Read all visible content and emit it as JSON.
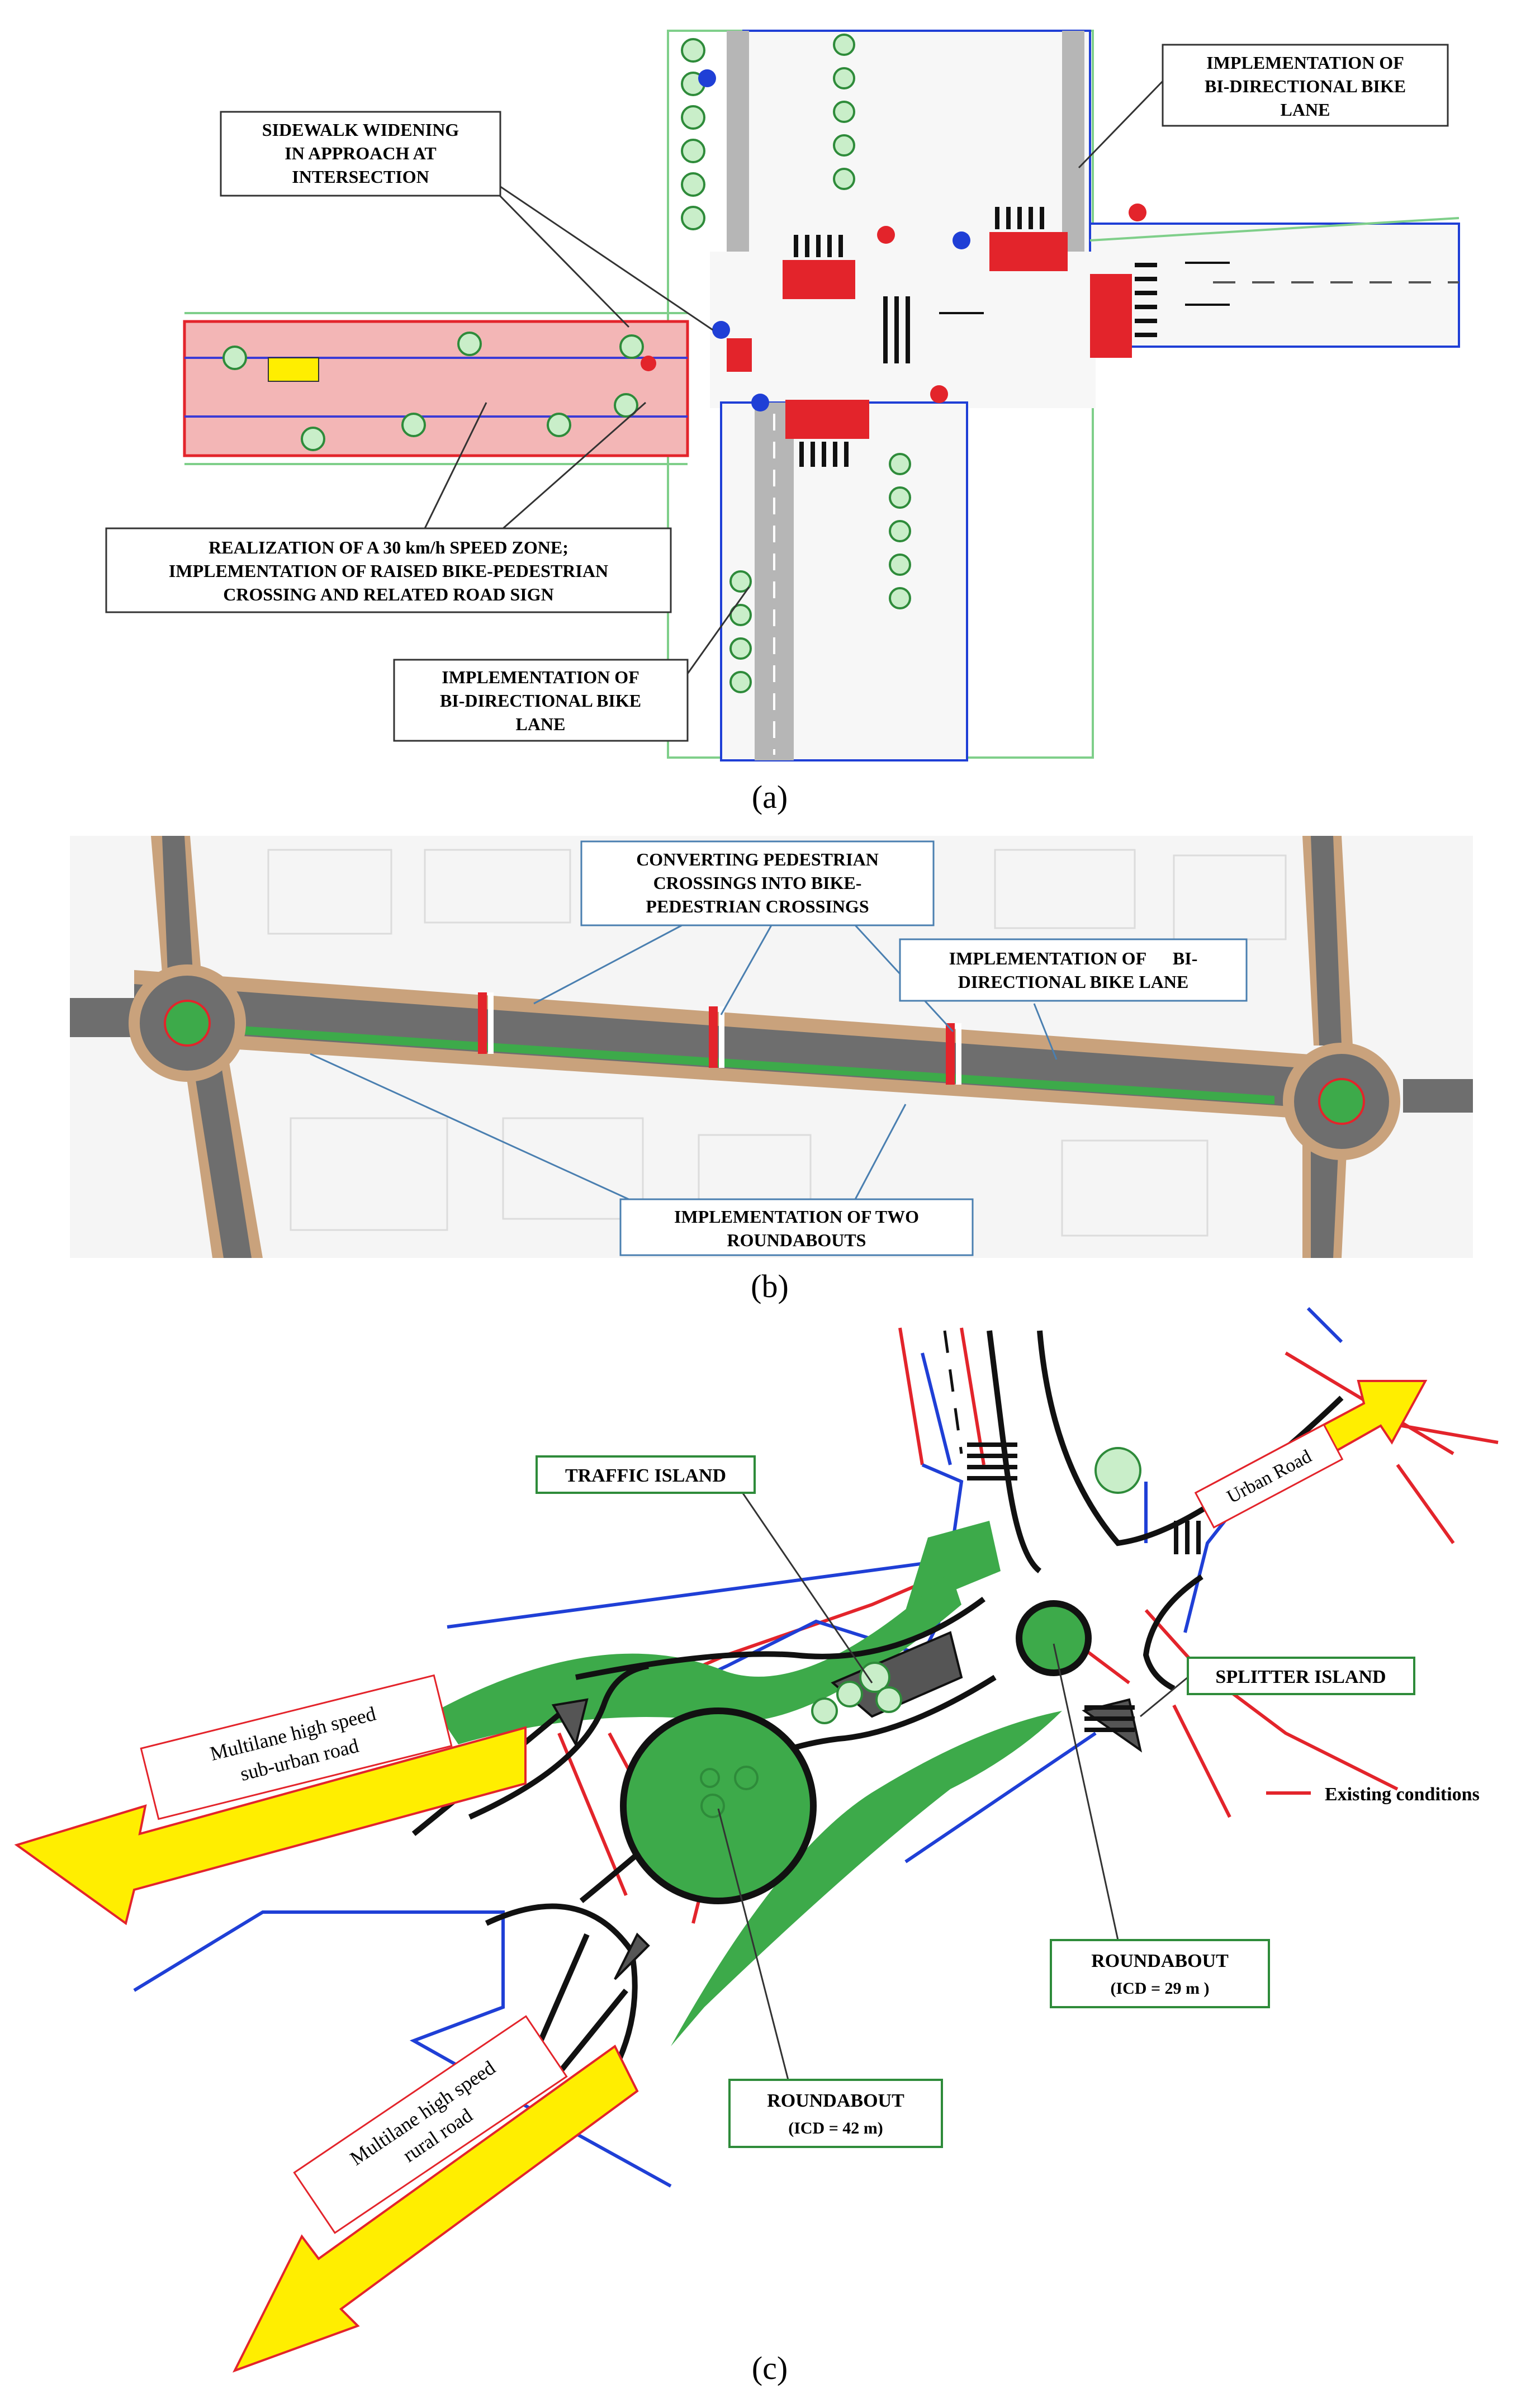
{
  "panel_a": {
    "caption": "(a)",
    "labels": {
      "sidewalk": [
        "SIDEWALK WIDENING",
        "IN APPROACH AT",
        "INTERSECTION"
      ],
      "bike_top": [
        "IMPLEMENTATION OF",
        "BI-DIRECTIONAL BIKE",
        "LANE"
      ],
      "speed_zone": [
        "REALIZATION OF A 30 km/h SPEED ZONE;",
        "IMPLEMENTATION OF RAISED BIKE-PEDESTRIAN",
        "CROSSING AND RELATED ROAD SIGN"
      ],
      "bike_bottom": [
        "IMPLEMENTATION OF",
        "BI-DIRECTIONAL BIKE",
        "LANE"
      ]
    }
  },
  "panel_b": {
    "caption": "(b)",
    "labels": {
      "converting": [
        "CONVERTING PEDESTRIAN",
        "CROSSINGS INTO BIKE-",
        "PEDESTRIAN CROSSINGS"
      ],
      "bike_lane": [
        "IMPLEMENTATION OF      BI-",
        "DIRECTIONAL BIKE LANE"
      ],
      "roundabouts": [
        "IMPLEMENTATION OF TWO",
        "ROUNDABOUTS"
      ]
    }
  },
  "panel_c": {
    "caption": "(c)",
    "labels": {
      "traffic_island": "TRAFFIC ISLAND",
      "splitter_island": "SPLITTER ISLAND",
      "roundabout_small": [
        "ROUNDABOUT",
        "(ICD = 29 m )"
      ],
      "roundabout_large": [
        "ROUNDABOUT",
        "(ICD = 42 m)"
      ],
      "existing": "Existing conditions",
      "urban_road": "Urban Road",
      "suburban": [
        "Multilane high speed",
        "sub-urban road"
      ],
      "rural": [
        "Multilane high speed",
        "rural road"
      ]
    }
  },
  "colors": {
    "road": "#b6b6b6",
    "green": "#3daa4a",
    "sidewalk": "#c9a27c",
    "red": "#e3242b",
    "blue": "#1f3fd6",
    "yellow": "#ffee00",
    "label_green": "#2e8b3a"
  }
}
